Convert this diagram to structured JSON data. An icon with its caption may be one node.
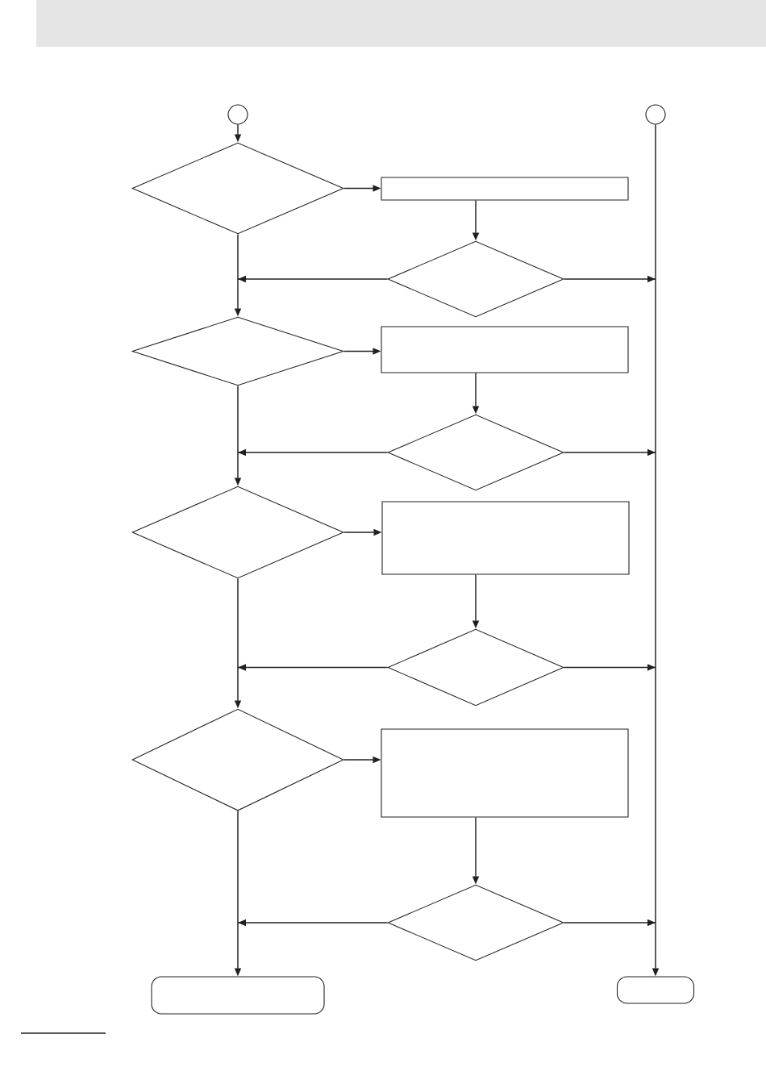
{
  "diagram": {
    "nodes": [
      {
        "text": [],
        "shape": "circle"
      },
      {
        "text": [],
        "shape": "circle"
      },
      {
        "text": [],
        "shape": "diamond"
      },
      {
        "text": [],
        "shape": "box"
      },
      {
        "text": [],
        "shape": "diamond"
      },
      {
        "text": [],
        "shape": "diamond"
      },
      {
        "text": [],
        "shape": "box"
      },
      {
        "text": [],
        "shape": "diamond"
      },
      {
        "text": [],
        "shape": "diamond"
      },
      {
        "text": [],
        "shape": "box"
      },
      {
        "text": [],
        "shape": "diamond"
      },
      {
        "text": [],
        "shape": "diamond"
      },
      {
        "text": [],
        "shape": "box"
      },
      {
        "text": [],
        "shape": "diamond"
      },
      {
        "text": [],
        "shape": "terminal"
      },
      {
        "text": [],
        "shape": "terminal"
      }
    ],
    "edges": [
      {
        "from": 0,
        "to": 2,
        "arrow": "to"
      },
      {
        "from": 2,
        "to": 3,
        "arrow": "to"
      },
      {
        "from": 3,
        "to": 4,
        "arrow": "to"
      },
      {
        "from": 4,
        "to": 5,
        "arrow": "to"
      },
      {
        "from": 4,
        "to": 15,
        "arrow": "to"
      },
      {
        "from": 2,
        "to": 5,
        "arrow": "to"
      },
      {
        "from": 5,
        "to": 6,
        "arrow": "to"
      },
      {
        "from": 6,
        "to": 7,
        "arrow": "to"
      },
      {
        "from": 7,
        "to": 8,
        "arrow": "to"
      },
      {
        "from": 7,
        "to": 15,
        "arrow": "to"
      },
      {
        "from": 5,
        "to": 8,
        "arrow": "to"
      },
      {
        "from": 8,
        "to": 9,
        "arrow": "to"
      },
      {
        "from": 9,
        "to": 10,
        "arrow": "to"
      },
      {
        "from": 10,
        "to": 11,
        "arrow": "to"
      },
      {
        "from": 10,
        "to": 15,
        "arrow": "to"
      },
      {
        "from": 8,
        "to": 11,
        "arrow": "to"
      },
      {
        "from": 11,
        "to": 12,
        "arrow": "to"
      },
      {
        "from": 12,
        "to": 13,
        "arrow": "to"
      },
      {
        "from": 13,
        "to": 14,
        "arrow": "to"
      },
      {
        "from": 13,
        "to": 15,
        "arrow": "to"
      },
      {
        "from": 11,
        "to": 14,
        "arrow": "to"
      },
      {
        "from": 1,
        "to": 15,
        "arrow": "to"
      }
    ]
  }
}
